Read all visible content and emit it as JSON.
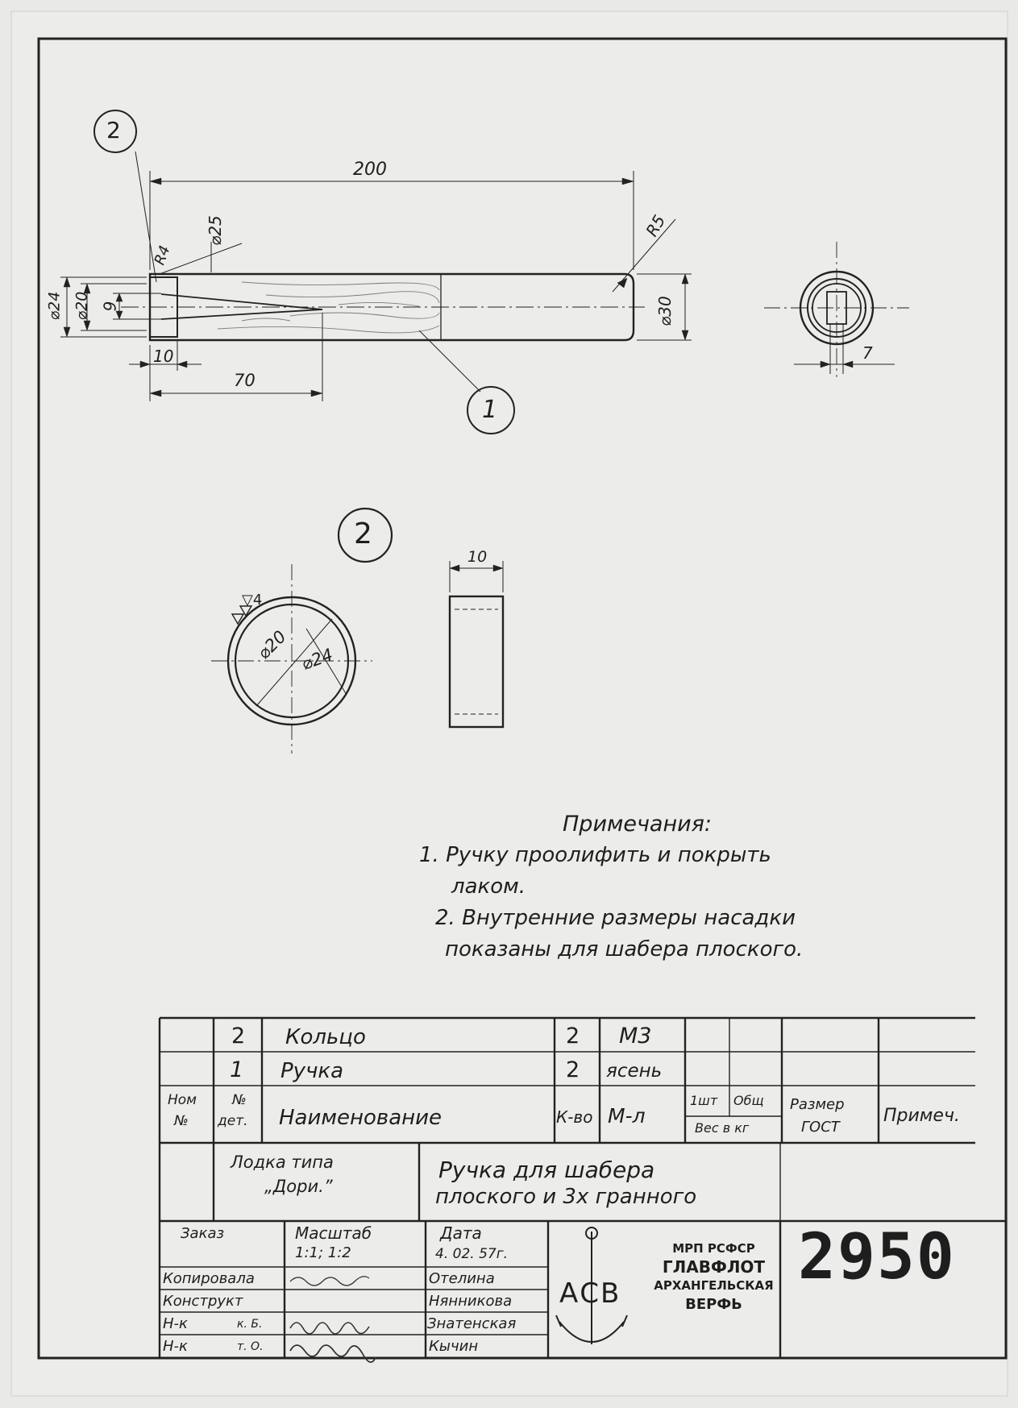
{
  "drawing": {
    "main_view": {
      "dimensions": [
        "200",
        "R5",
        "R4",
        "⌀25",
        "⌀24",
        "⌀20",
        "9",
        "10",
        "70",
        "⌀30",
        "7"
      ],
      "callouts": [
        "2",
        "1"
      ]
    },
    "detail_view": {
      "callout": "2",
      "dimensions": [
        "⌀20",
        "⌀24",
        "10"
      ],
      "surface_finish": "▽4"
    }
  },
  "notes": {
    "heading": "Примечания:",
    "lines": [
      "1. Ручку  проолифить  и покрыть",
      "лаком.",
      "2. Внутренние размеры  насадки",
      "показаны  для шабера  плоского."
    ]
  },
  "parts_list": {
    "rows": [
      {
        "pos": "",
        "det": "2",
        "name": "Кольцо",
        "qty": "2",
        "material": "М3"
      },
      {
        "pos": "",
        "det": "1",
        "name": "Ручка",
        "qty": "2",
        "material": "ясень"
      }
    ],
    "headers": {
      "pos_1": "Ном",
      "pos_2": "№",
      "det_1": "№",
      "det_2": "дет.",
      "name": "Наименование",
      "qty": "К-во",
      "material": "М-л",
      "weight_1": "1шт",
      "weight_2": "Общ",
      "weight_label": "Вес в кг",
      "size_1": "Размер",
      "size_2": "ГОСТ",
      "remark": "Примеч."
    }
  },
  "title_block": {
    "project_1": "Лодка  типа",
    "project_2": "„Дори.”",
    "title_1": "Ручка  для  шабера",
    "title_2": "плоского  и  3х гранного",
    "order_label": "Заказ",
    "scale_label": "Масштаб",
    "scale_value": "1:1;   1:2",
    "date_label": "Дата",
    "date_value": "4.  02.  57г.",
    "roles": [
      {
        "role": "Копировала",
        "sub": "",
        "name": "Отелина"
      },
      {
        "role": "Конструкт",
        "sub": "",
        "name": "Нянникова"
      },
      {
        "role": "Н-к",
        "sub": "к. Б.",
        "name": "Знатенская"
      },
      {
        "role": "Н-к",
        "sub": "т. О.",
        "name": "Кычин"
      }
    ],
    "logo_letters": "АСВ",
    "organization": [
      "МРП РСФСР",
      "ГЛАВФЛОТ",
      "АРХАНГЕЛЬСКАЯ",
      "ВЕРФЬ"
    ],
    "sheet_number": "2950"
  }
}
